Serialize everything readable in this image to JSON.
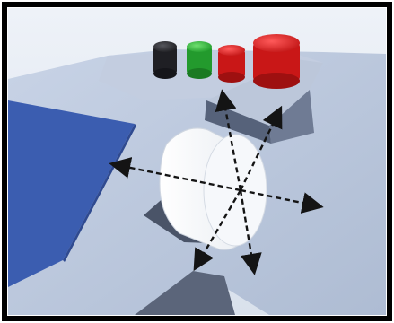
{
  "scene": {
    "description_free": true,
    "buttons": [
      {
        "name": "black-cylinder-button",
        "color": "#2a2a2e"
      },
      {
        "name": "green-cylinder-button",
        "color": "#2fae3a"
      },
      {
        "name": "red-cylinder-button-small",
        "color": "#d61f1f"
      },
      {
        "name": "red-cylinder-button-large",
        "color": "#d61f1f"
      }
    ],
    "colors": {
      "sky": "#dfe6ef",
      "floor_top": "#b9c6db",
      "floor_side": "#7d8aa2",
      "blue_panel": "#3c5db0",
      "knob": "#f4f6f9",
      "arrow": "#141414",
      "border": "#000000"
    }
  }
}
